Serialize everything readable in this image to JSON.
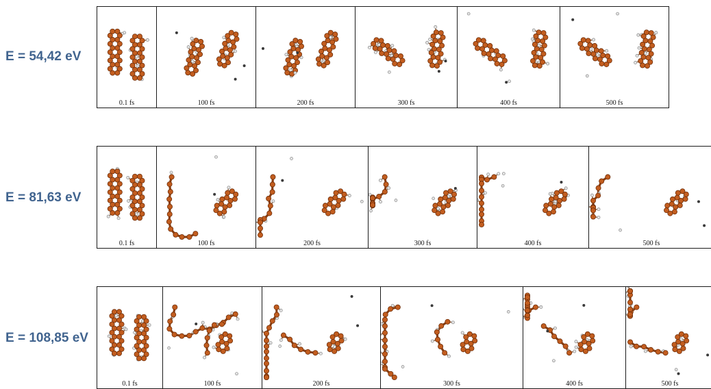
{
  "rows": [
    {
      "energy_label": "E = 54,42 eV",
      "panels": [
        {
          "time": "0.1 fs",
          "motif": "pair"
        },
        {
          "time": "100 fs",
          "motif": "tilt-pair"
        },
        {
          "time": "200 fs",
          "motif": "tilt-pair"
        },
        {
          "time": "300 fs",
          "motif": "diag-pair"
        },
        {
          "time": "400 fs",
          "motif": "diag-pair"
        },
        {
          "time": "500 fs",
          "motif": "diag-pair"
        }
      ]
    },
    {
      "energy_label": "E = 81,63 eV",
      "panels": [
        {
          "time": "0.1 fs",
          "motif": "pair"
        },
        {
          "time": "100 fs",
          "motif": "open"
        },
        {
          "time": "200 fs",
          "motif": "open"
        },
        {
          "time": "300 fs",
          "motif": "open"
        },
        {
          "time": "400 fs",
          "motif": "open"
        },
        {
          "time": "500 fs",
          "motif": "open"
        }
      ]
    },
    {
      "energy_label": "E = 108,85 eV",
      "panels": [
        {
          "time": "0.1 fs",
          "motif": "pair"
        },
        {
          "time": "100 fs",
          "motif": "fused"
        },
        {
          "time": "200 fs",
          "motif": "fused"
        },
        {
          "time": "300 fs",
          "motif": "fused"
        },
        {
          "time": "400 fs",
          "motif": "fused"
        },
        {
          "time": "500 fs",
          "motif": "fused"
        }
      ]
    }
  ],
  "colors": {
    "label": "#41648f",
    "carbon": "#c25d1f",
    "carbon_dark": "#6e2e0a",
    "hydrogen": "#e4e4e4",
    "frame": "#1a1a1a"
  }
}
